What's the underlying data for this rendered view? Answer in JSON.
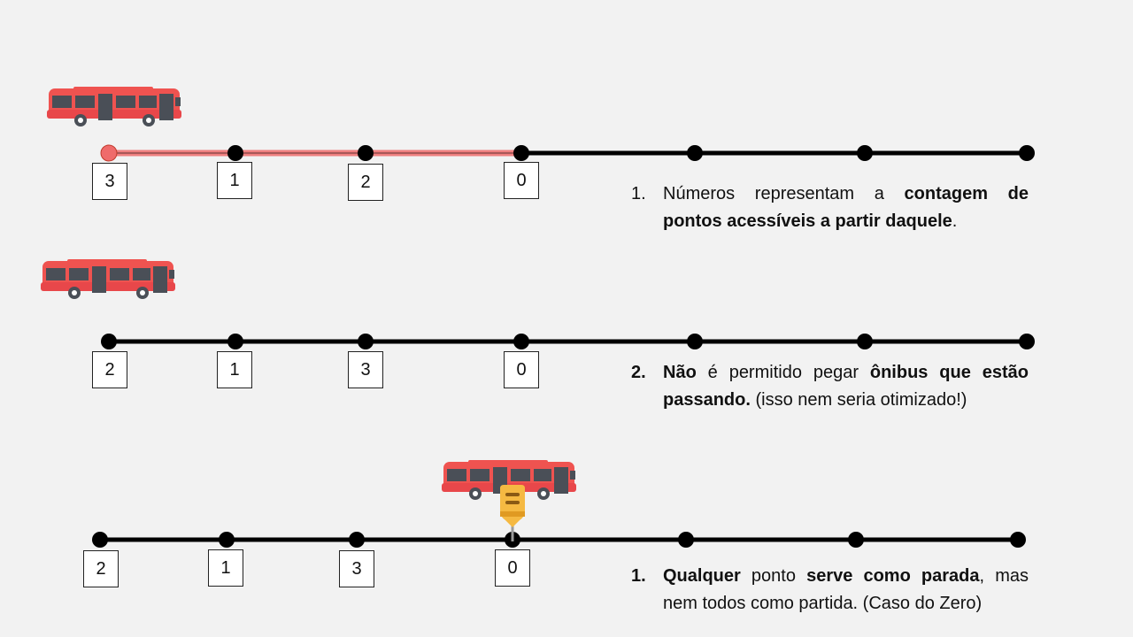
{
  "colors": {
    "background": "#f2f2f2",
    "line": "#000000",
    "route_highlight": "#ef7f7f",
    "bus_body": "#ef5350",
    "bus_window": "#4a4f57",
    "pin": "#f5b942"
  },
  "rows": [
    {
      "id": "row1",
      "box_labels": [
        "3",
        "1",
        "2",
        "0"
      ],
      "note": {
        "number": "1.",
        "line1_plain_a": "Números representam a ",
        "line1_bold": "contagem de",
        "line2_bold": "pontos acessíveis a partir daquele",
        "line2_plain": "."
      }
    },
    {
      "id": "row2",
      "box_labels": [
        "2",
        "1",
        "3",
        "0"
      ],
      "note": {
        "number": "2.",
        "line1_bold_a": "Não",
        "line1_plain_a": " é permitido pegar ",
        "line1_bold_b": "ônibus que estão",
        "line2_bold": "passando.",
        "line2_plain": " (isso nem seria otimizado!)"
      }
    },
    {
      "id": "row3",
      "box_labels": [
        "2",
        "1",
        "3",
        "0"
      ],
      "note": {
        "number": "1.",
        "line1_bold_a": "Qualquer",
        "line1_plain_a": " ponto ",
        "line1_bold_b": "serve como parada",
        "line1_plain_b": ", mas",
        "line2_plain": "nem todos como partida. (Caso do Zero)"
      }
    }
  ]
}
